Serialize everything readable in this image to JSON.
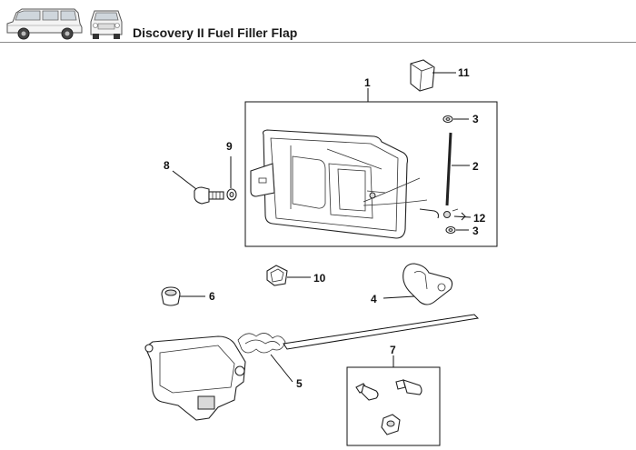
{
  "header": {
    "title": "Discovery II Fuel Filler Flap",
    "icons": [
      "vehicle-side-view-icon",
      "vehicle-front-view-icon"
    ]
  },
  "callouts": {
    "c1": "1",
    "c2": "2",
    "c3a": "3",
    "c3b": "3",
    "c4": "4",
    "c5": "5",
    "c6": "6",
    "c7": "7",
    "c8": "8",
    "c9": "9",
    "c10": "10",
    "c11": "11",
    "c12": "12"
  }
}
